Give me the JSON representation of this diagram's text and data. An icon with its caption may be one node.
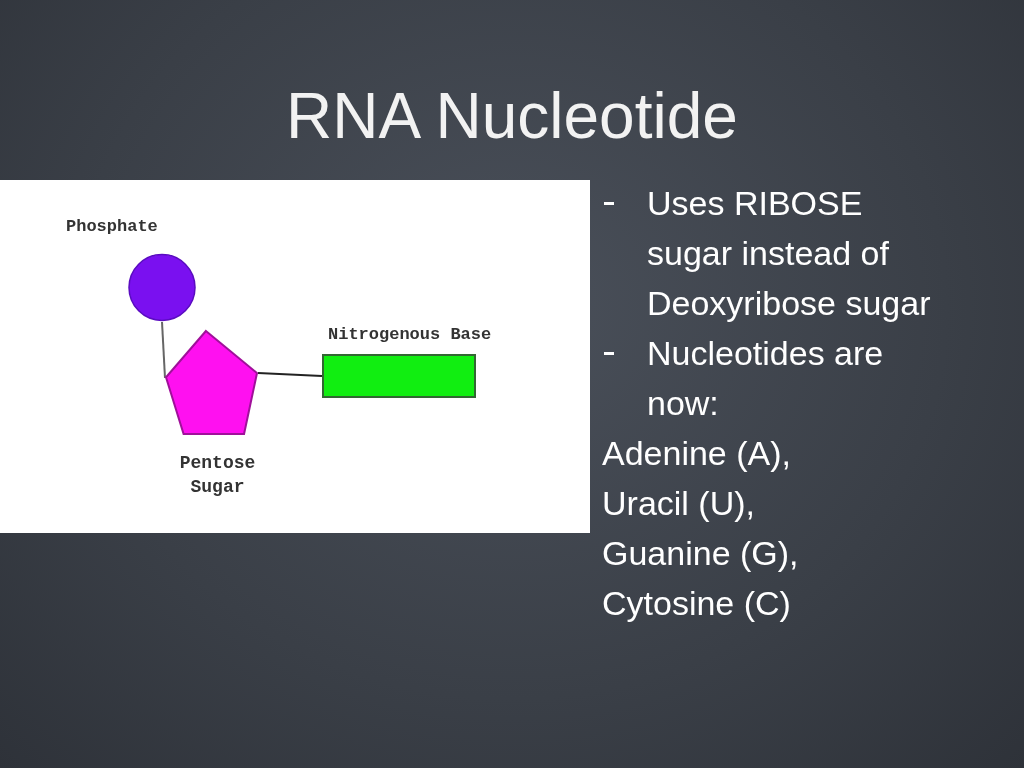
{
  "diagram": {
    "title": "RNA Nucleotide",
    "nodes": [
      {
        "text": [],
        "shape": "circle",
        "beside": [
          "Phosphate"
        ]
      },
      {
        "text": [],
        "shape": "pentagon",
        "beside": [
          "Pentose Sugar"
        ]
      },
      {
        "text": [],
        "shape": "box",
        "beside": [
          "Nitrogenous Base"
        ]
      }
    ],
    "edges": [
      {
        "from": 0,
        "to": 1,
        "arrow": "none"
      },
      {
        "from": 1,
        "to": 2,
        "arrow": "none"
      }
    ],
    "labels": [
      "Uses RIBOSE sugar instead of Deoxyribose sugar",
      "Nucleotides are now:",
      "Adenine (A),",
      "Uracil (U),",
      "Guanine (G),",
      "Cytosine (C)"
    ]
  }
}
